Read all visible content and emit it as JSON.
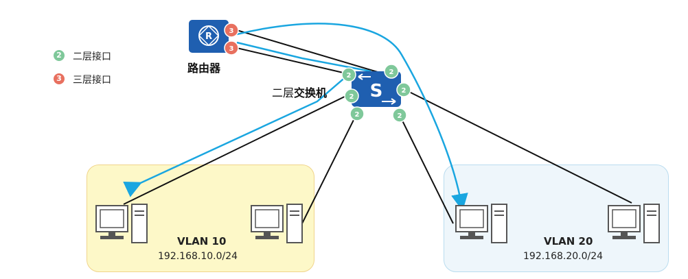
{
  "legend": {
    "items": [
      {
        "badge": "2",
        "label": "二层接口",
        "color": "#7fc89a"
      },
      {
        "badge": "3",
        "label": "三层接口",
        "color": "#e8705f"
      }
    ]
  },
  "router": {
    "label": "路由器",
    "icon": "router-icon",
    "ports": [
      "3",
      "3"
    ]
  },
  "switch": {
    "label_plain": "二层",
    "label_bold": "交换机",
    "icon": "switch-icon",
    "ports": [
      "2",
      "2",
      "2",
      "2",
      "2",
      "2"
    ]
  },
  "vlans": [
    {
      "name": "VLAN 10",
      "network": "192.168.10.0/24",
      "color": "#fdf8c8",
      "border": "#f0d48a"
    },
    {
      "name": "VLAN 20",
      "network": "192.168.20.0/24",
      "color": "#eef6fb",
      "border": "#b9dcef"
    }
  ],
  "colors": {
    "link": "#111111",
    "flow": "#1aa6e0",
    "device": "#1f5fb0"
  }
}
